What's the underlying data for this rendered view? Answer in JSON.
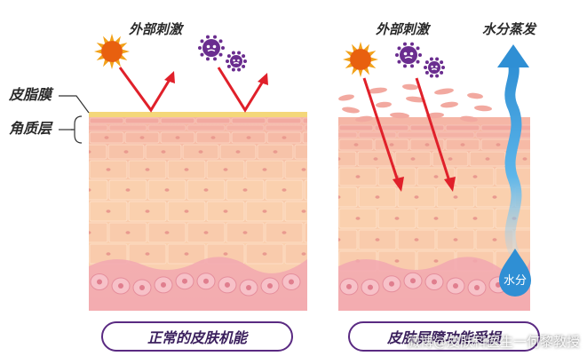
{
  "labels": {
    "external_stimulus_left": "外部刺激",
    "external_stimulus_right": "外部刺激",
    "water_evaporation": "水分蒸发",
    "sebum_film": "皮脂膜",
    "stratum_corneum": "角质层",
    "water_drop": "水分"
  },
  "captions": {
    "normal": "正常的皮肤机能",
    "damaged": "皮肤屏障功能受损"
  },
  "watermark": "微博@皮肤科医生一何黎教授",
  "colors": {
    "caption_border": "#5a2a82",
    "arrow": "#e0202a",
    "sebum": "#f4d77a",
    "cell_light": "#f6c9a8",
    "cell_pink": "#f3b3ad",
    "water": "#4aa6e0",
    "sun": "#f2a21a",
    "germ": "#6a2d8f"
  },
  "icons": [
    "sun-icon",
    "germ-icon",
    "water-drop-icon",
    "reflect-arrow-icon",
    "penetrate-arrow-icon",
    "evaporation-arrow-icon"
  ]
}
